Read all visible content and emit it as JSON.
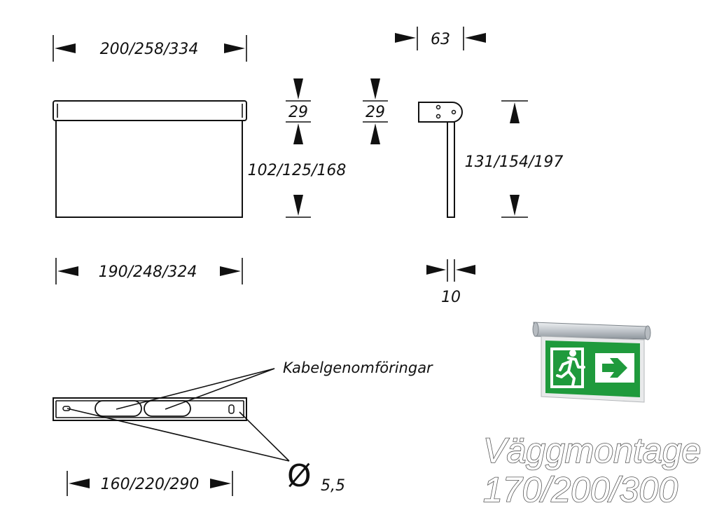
{
  "dimensions": {
    "top_width": "200/258/334",
    "depth": "63",
    "cap_height_left": "29",
    "cap_height_right": "29",
    "body_height": "102/125/168",
    "total_height": "131/154/197",
    "bottom_width": "190/248/324",
    "plate_thickness": "10",
    "hole_spacing": "160/220/290",
    "hole_diameter_symbol": "Ø",
    "hole_diameter": "5,5"
  },
  "annotations": {
    "cable_entries": "Kabelgenomföringar"
  },
  "title": {
    "line1": "Väggmontage",
    "line2": "170/200/300"
  },
  "sign_photo": {
    "icon": "running-man-exit-icon",
    "arrow_icon": "right-arrow-icon",
    "colors": {
      "green": "#1f9a3c",
      "white": "#ffffff",
      "housing": "#c9cdd2"
    }
  }
}
